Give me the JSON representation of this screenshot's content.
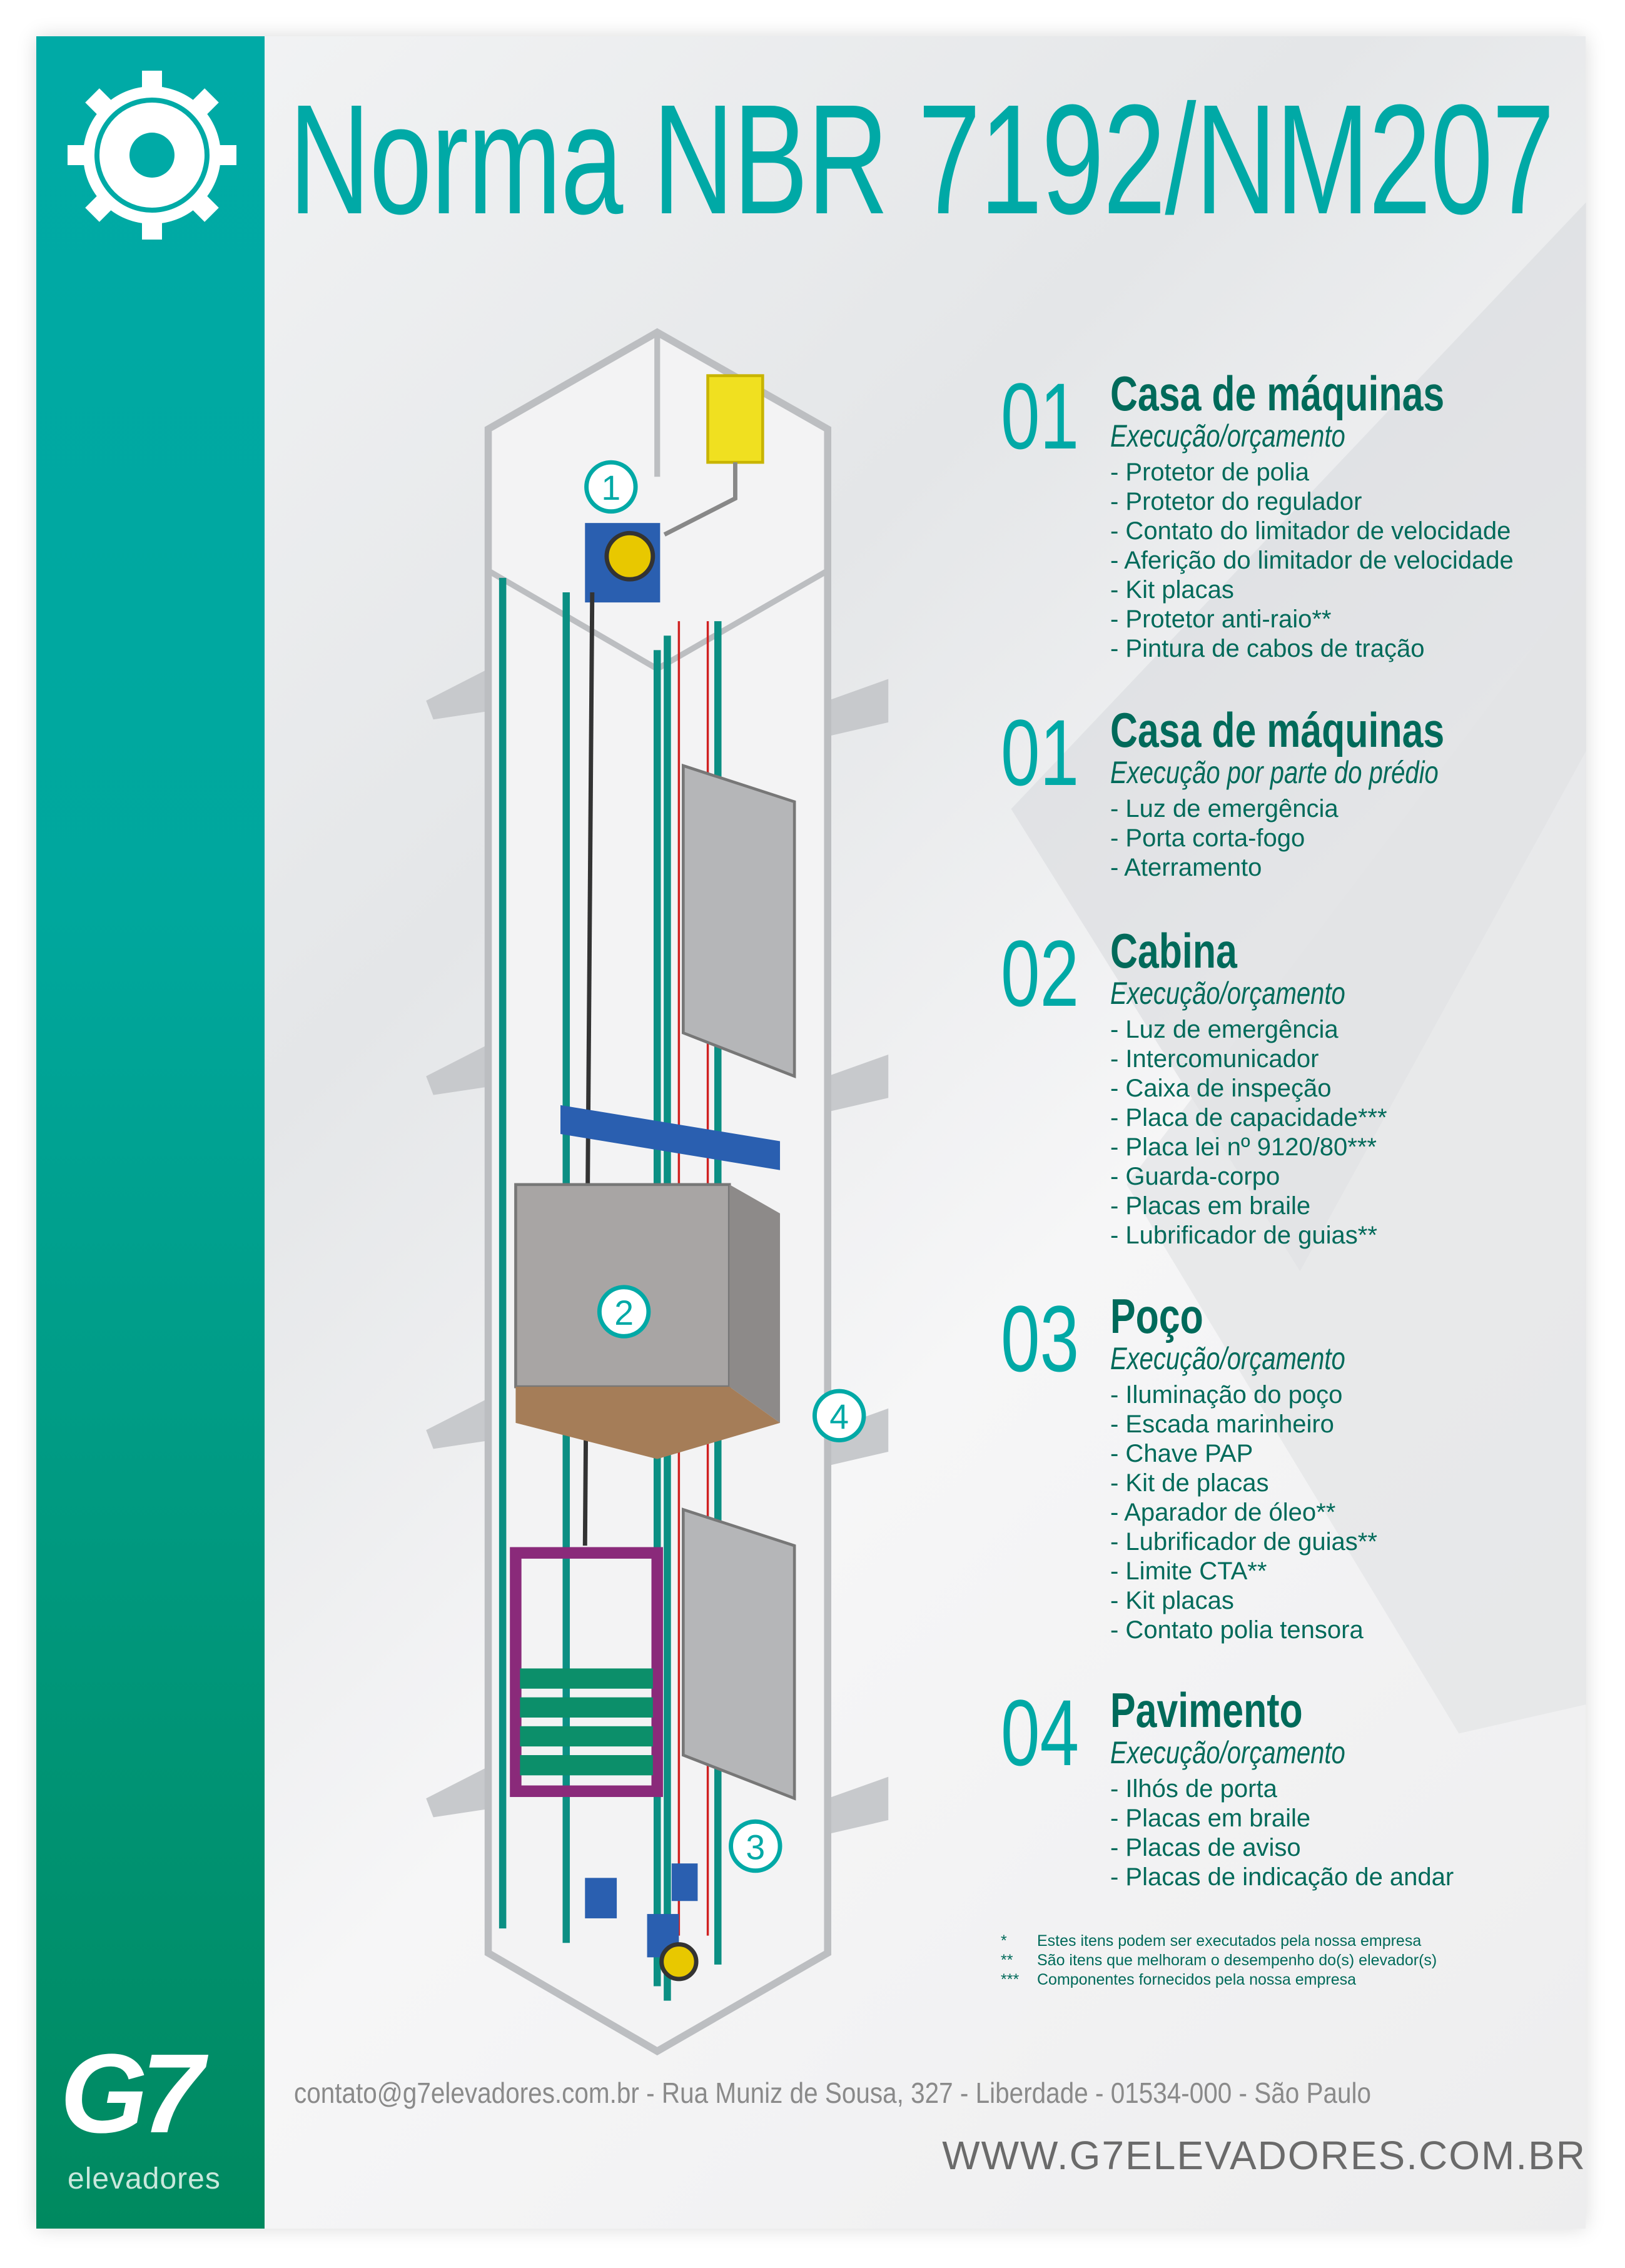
{
  "title": "Norma NBR 7192/NM207",
  "sections": [
    {
      "number": "01",
      "heading": "Casa de máquinas",
      "subtitle": "Execução/orçamento",
      "items": [
        "- Protetor de polia",
        "- Protetor do regulador",
        "- Contato do limitador de velocidade",
        "- Aferição do limitador de velocidade",
        "- Kit placas",
        "- Protetor anti-raio**",
        "- Pintura de cabos de tração"
      ]
    },
    {
      "number": "01",
      "heading": "Casa de máquinas",
      "subtitle": "Execução por parte do prédio",
      "items": [
        "- Luz de emergência",
        "- Porta corta-fogo",
        "- Aterramento"
      ]
    },
    {
      "number": "02",
      "heading": "Cabina",
      "subtitle": "Execução/orçamento",
      "items": [
        "- Luz de emergência",
        "- Intercomunicador",
        "- Caixa de inspeção",
        "- Placa de capacidade***",
        "- Placa lei nº 9120/80***",
        "- Guarda-corpo",
        "- Placas em braile",
        "- Lubrificador de guias**"
      ]
    },
    {
      "number": "03",
      "heading": "Poço",
      "subtitle": "Execução/orçamento",
      "items": [
        "- Iluminação do poço",
        "- Escada marinheiro",
        "- Chave PAP",
        "- Kit de placas",
        "- Aparador de óleo**",
        "- Lubrificador de guias**",
        "- Limite CTA**",
        "- Kit placas",
        "- Contato polia tensora"
      ]
    },
    {
      "number": "04",
      "heading": "Pavimento",
      "subtitle": "Execução/orçamento",
      "items": [
        "- Ilhós de porta",
        "- Placas em braile",
        "- Placas de aviso",
        "- Placas de indicação de andar"
      ]
    }
  ],
  "notes": [
    {
      "mark": "*",
      "text": "Estes itens podem ser executados pela nossa empresa"
    },
    {
      "mark": "**",
      "text": "São itens que melhoram o desempenho do(s) elevador(s)"
    },
    {
      "mark": "***",
      "text": "Componentes fornecidos pela nossa empresa"
    }
  ],
  "diagram_markers": [
    "1",
    "2",
    "3",
    "4"
  ],
  "footer": {
    "contact": "contato@g7elevadores.com.br - Rua Muniz de Sousa, 327 - Liberdade - 01534-000 - São Paulo",
    "website": "WWW.G7ELEVADORES.COM.BR"
  },
  "logo": {
    "mark": "G7",
    "subtitle": "elevadores"
  },
  "colors": {
    "teal": "#00a9a6",
    "dark_green": "#006a5a",
    "sidebar_bottom": "#00895f"
  }
}
